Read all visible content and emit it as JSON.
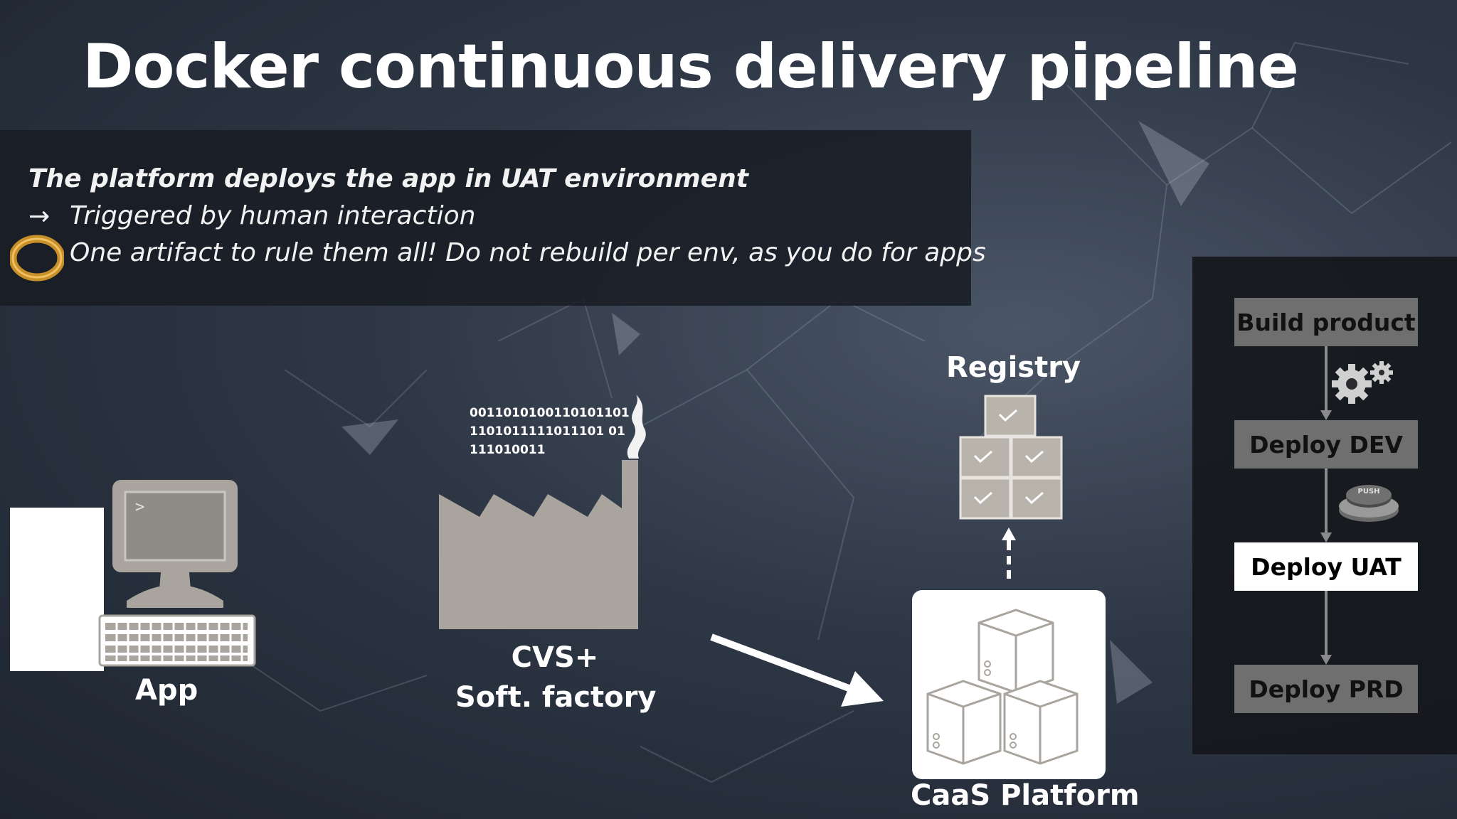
{
  "slide": {
    "title": "Docker continuous delivery pipeline"
  },
  "info": {
    "line1": "The platform deploys the app in UAT environment",
    "arrow_glyph": "→",
    "line2": "Triggered by human interaction",
    "line3": "One artifact to rule them all! Do not rebuild per env, as you do for apps"
  },
  "diagram": {
    "app_label": "App",
    "factory_label_1": "CVS+",
    "factory_label_2": "Soft. factory",
    "binary_text": "0011010100110101101\n1101011111011101 01\n111010011",
    "registry_label": "Registry",
    "caas_label": "CaaS Platform",
    "terminal_prompt": ">"
  },
  "pipeline": {
    "stages": [
      {
        "label": "Build product",
        "active": false
      },
      {
        "label": "Deploy DEV",
        "active": false
      },
      {
        "label": "Deploy UAT",
        "active": true
      },
      {
        "label": "Deploy PRD",
        "active": false
      }
    ],
    "push_label": "PUSH"
  },
  "colors": {
    "stage_inactive": "#6f6f6f",
    "stage_active": "#ffffff",
    "icon_grey": "#a9a59e"
  }
}
